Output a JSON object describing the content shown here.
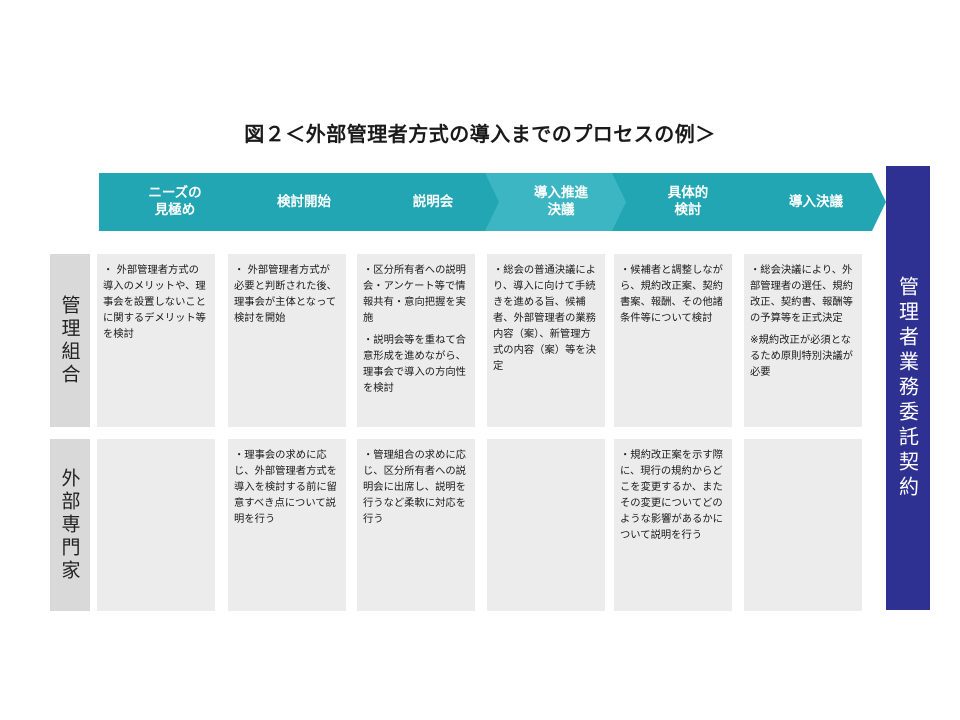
{
  "title": "図２＜外部管理者方式の導入までのプロセスの例＞",
  "steps": [
    "ニーズの\n見極め",
    "検討開始",
    "説明会",
    "導入推進\n決議",
    "具体的\n検討",
    "導入決議"
  ],
  "rows": [
    {
      "label": "管理組合"
    },
    {
      "label": "外部専門家"
    }
  ],
  "kanri": [
    [
      "・ 外部管理者方式の導入のメリットや、理事会を設置しないことに関するデメリット等を検討"
    ],
    [
      "・ 外部管理者方式が必要と判断された後、理事会が主体となって検討を開始"
    ],
    [
      "・区分所有者への説明会・アンケート等で情報共有・意向把握を実施",
      "・説明会等を重ねて合意形成を進めながら、理事会で導入の方向性を検討"
    ],
    [
      "・総会の普通決議により、導入に向けて手続きを進める旨、候補者、外部管理者の業務内容（案）、新管理方式の内容（案）等を決定"
    ],
    [
      "・候補者と調整しながら、規約改正案、契約書案、報酬、その他諸条件等について検討"
    ],
    [
      "・総会決議により、外部管理者の選任、規約改正、契約書、報酬等の予算等を正式決定",
      "※規約改正が必須となるため原則特別決議が必要"
    ]
  ],
  "senmon": [
    [],
    [
      "・理事会の求めに応じ、外部管理者方式を導入を検討する前に留意すべき点について説明を行う"
    ],
    [
      "・管理組合の求めに応じ、区分所有者への説明会に出席し、説明を行うなど柔軟に対応を行う"
    ],
    [],
    [
      "・規約改正案を示す際に、現行の規約からどこを変更するか、またその変更についてどのような影響があるかについて説明を行う"
    ],
    []
  ],
  "sidebar": "管理者業務委託契約",
  "colors": {
    "chevron": "#22a6b3",
    "sidebar": "#2e3192",
    "cell": "#ececec",
    "rowlabel": "#d9d9d9"
  }
}
